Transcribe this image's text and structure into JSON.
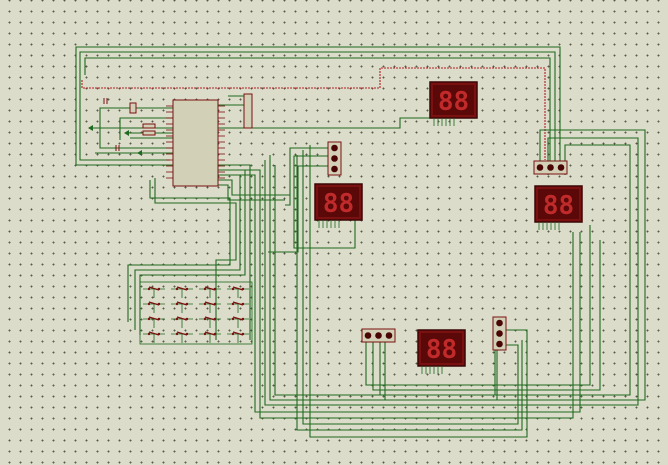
{
  "schematic": {
    "background": "#dcdccb",
    "wire_color": "#1e6a1e",
    "bus_color": "#b02020",
    "display_color": "#7a1010",
    "segment_color": "#c02a2a",
    "chip_color": "#d2d0b6",
    "displays": [
      {
        "id": "display-1",
        "digits": "88"
      },
      {
        "id": "display-2",
        "digits": "88"
      },
      {
        "id": "display-3",
        "digits": "88"
      },
      {
        "id": "display-4",
        "digits": "88"
      }
    ],
    "connectors": [
      {
        "id": "connector-1",
        "pins": 3,
        "orientation": "vertical"
      },
      {
        "id": "connector-2",
        "pins": 3,
        "orientation": "horizontal"
      },
      {
        "id": "connector-3",
        "pins": 3,
        "orientation": "horizontal"
      },
      {
        "id": "connector-4",
        "pins": 3,
        "orientation": "vertical"
      }
    ],
    "keypad": {
      "rows": 4,
      "cols": 4
    }
  }
}
